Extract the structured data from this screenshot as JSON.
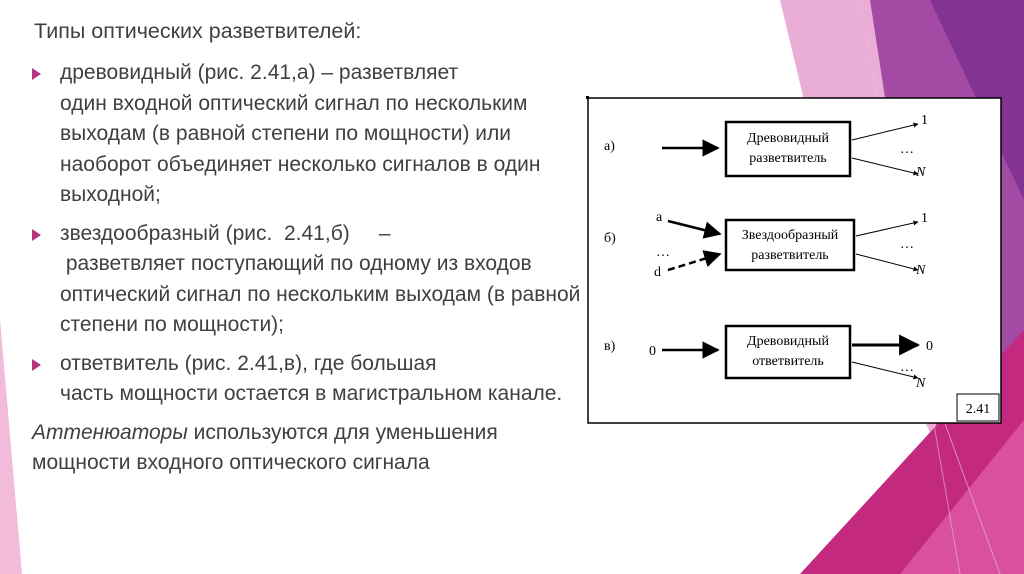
{
  "slide": {
    "heading": "Типы оптических разветвителей:",
    "bullets": [
      {
        "line1": "древовидный (рис. 2.41,а) – разветвляет",
        "rest": "один входной оптический сигнал по нескольким выходам (в равной степени по мощности) или наоборот объединяет несколько сигналов в один выходной;"
      },
      {
        "line1": "звездообразный (рис.  2.41,б)     –",
        "rest": " разветвляет поступающий по одному из входов оптический сигнал по нескольким выходам (в равной степени по мощности);"
      },
      {
        "line1": "ответвитель (рис. 2.41,в), где большая",
        "rest": "часть мощности остается в магистральном канале."
      }
    ],
    "attenuator": {
      "emphasis": "Аттенюаторы",
      "rest": " используются для уменьшения мощности входного оптического сигнала"
    }
  },
  "diagram": {
    "figure_label": "2.41",
    "rows": [
      {
        "id": "a",
        "label": "а)",
        "box_line1": "Древовидный",
        "box_line2": "разветвитель",
        "out_top": "1",
        "out_dots": "…",
        "out_bottom": "N"
      },
      {
        "id": "b",
        "label": "б)",
        "in_top": "a",
        "in_dots": "…",
        "in_bottom": "d",
        "box_line1": "Звездообразный",
        "box_line2": "разветвитель",
        "out_top": "1",
        "out_dots": "…",
        "out_bottom": "N"
      },
      {
        "id": "c",
        "label": "в)",
        "in_main": "0",
        "box_line1": "Древовидный",
        "box_line2": "ответвитель",
        "out_main": "0",
        "out_dots": "…",
        "out_bottom": "N"
      }
    ]
  },
  "colors": {
    "accent": "#b5367e",
    "text": "#404040",
    "deco_magenta": "#c2297f",
    "deco_purple": "#9a3f9e",
    "deco_pink": "#e07cc0"
  }
}
